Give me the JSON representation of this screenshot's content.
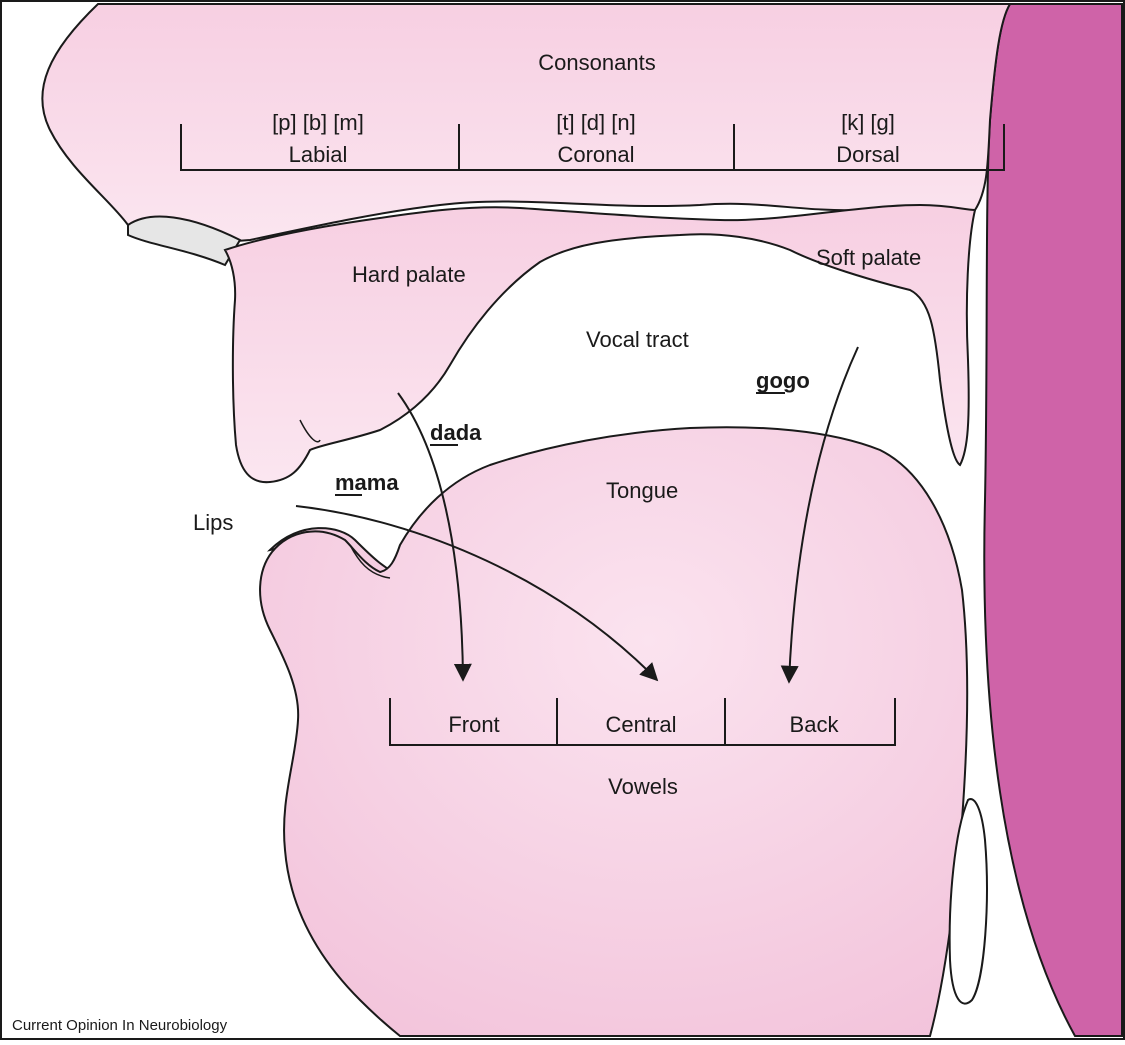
{
  "colors": {
    "tissue_light": "#f8dbea",
    "tissue_mid": "#f2c4db",
    "throat": "#cf63a8",
    "tooth": "#e6e6e6",
    "line": "#1a1a1a"
  },
  "consonants": {
    "title": "Consonants",
    "groups": [
      {
        "phones": "[p] [b] [m]",
        "place": "Labial"
      },
      {
        "phones": "[t] [d] [n]",
        "place": "Coronal"
      },
      {
        "phones": "[k] [g]",
        "place": "Dorsal"
      }
    ]
  },
  "anatomy": {
    "hard_palate": "Hard palate",
    "soft_palate": "Soft palate",
    "vocal_tract": "Vocal tract",
    "tongue": "Tongue",
    "lips": "Lips"
  },
  "words": {
    "mama": {
      "bold_underlined": "ma",
      "rest": "ma"
    },
    "dada": {
      "bold_underlined": "da",
      "rest": "da"
    },
    "gogo": {
      "bold_underlined": "go",
      "rest": "go"
    }
  },
  "vowels": {
    "title": "Vowels",
    "groups": [
      "Front",
      "Central",
      "Back"
    ]
  },
  "credit": "Current Opinion In Neurobiology"
}
